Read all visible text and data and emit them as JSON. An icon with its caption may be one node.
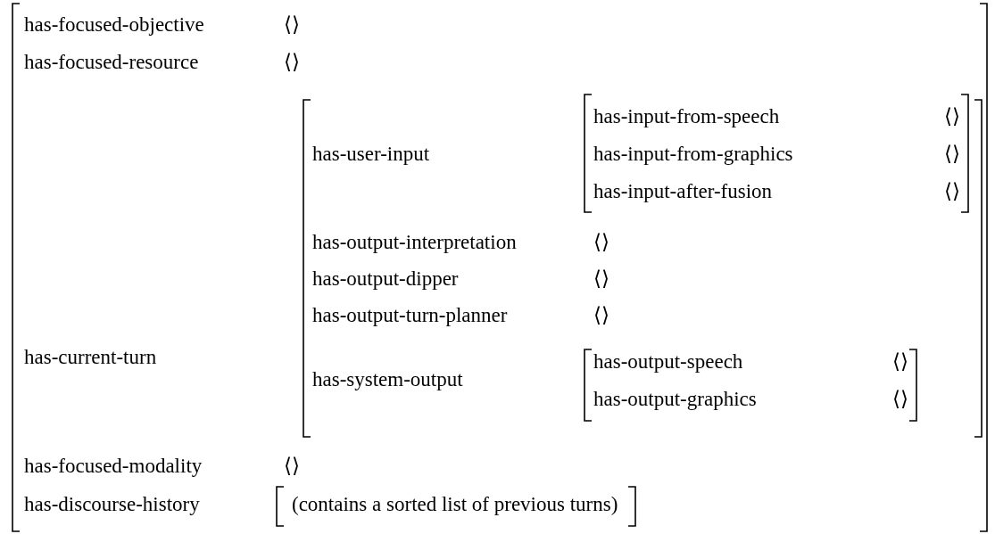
{
  "diagram": {
    "labels": [
      "has-focused-objective",
      "⟨⟩",
      "has-focused-resource",
      "⟨⟩",
      "has-current-turn",
      "has-user-input",
      "has-input-from-speech",
      "⟨⟩",
      "has-input-from-graphics",
      "⟨⟩",
      "has-input-after-fusion",
      "⟨⟩",
      "has-output-interpretation",
      "⟨⟩",
      "has-output-dipper",
      "⟨⟩",
      "has-output-turn-planner",
      "⟨⟩",
      "has-system-output",
      "has-output-speech",
      "⟨⟩",
      "has-output-graphics",
      "⟨⟩",
      "has-focused-modality",
      "⟨⟩",
      "has-discourse-history",
      "(contains a sorted list of previous turns)"
    ]
  }
}
